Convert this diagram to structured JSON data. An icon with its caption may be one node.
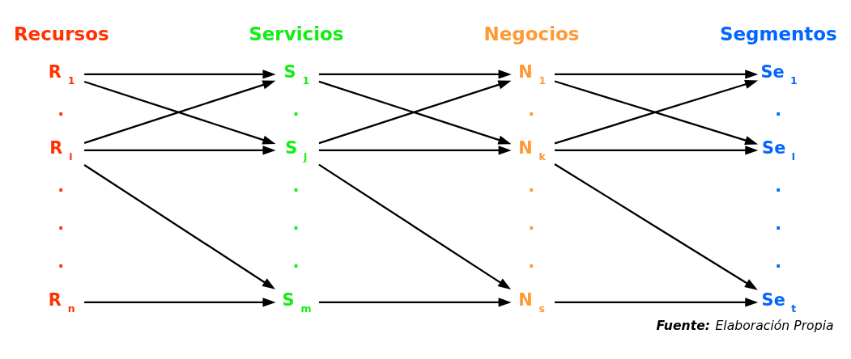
{
  "diagram": {
    "caption": "**Fuente:** Elaboración Propia",
    "nodes": [
      {
        "text": [
          "R$_{1}$"
        ]
      },
      {
        "text": [
          "R$_{i}$"
        ]
      },
      {
        "text": [
          "R$_{n}$"
        ]
      },
      {
        "text": [
          "S$_{1}$"
        ]
      },
      {
        "text": [
          "S$_{j}$"
        ]
      },
      {
        "text": [
          "S$_{m}$"
        ]
      },
      {
        "text": [
          "N$_{1}$"
        ]
      },
      {
        "text": [
          "N$_{k}$"
        ]
      },
      {
        "text": [
          "N$_{s}$"
        ]
      },
      {
        "text": [
          "Se$_{1}$"
        ]
      },
      {
        "text": [
          "Se$_{l}$"
        ]
      },
      {
        "text": [
          "Se$_{t}$"
        ]
      }
    ],
    "edges": [
      {
        "from": 0,
        "to": 3,
        "arrow": "to"
      },
      {
        "from": 0,
        "to": 4,
        "arrow": "to"
      },
      {
        "from": 1,
        "to": 3,
        "arrow": "to"
      },
      {
        "from": 1,
        "to": 4,
        "arrow": "to"
      },
      {
        "from": 1,
        "to": 5,
        "arrow": "to"
      },
      {
        "from": 2,
        "to": 5,
        "arrow": "to"
      },
      {
        "from": 3,
        "to": 6,
        "arrow": "to"
      },
      {
        "from": 3,
        "to": 7,
        "arrow": "to"
      },
      {
        "from": 4,
        "to": 6,
        "arrow": "to"
      },
      {
        "from": 4,
        "to": 7,
        "arrow": "to"
      },
      {
        "from": 4,
        "to": 8,
        "arrow": "to"
      },
      {
        "from": 5,
        "to": 8,
        "arrow": "to"
      },
      {
        "from": 6,
        "to": 9,
        "arrow": "to"
      },
      {
        "from": 6,
        "to": 10,
        "arrow": "to"
      },
      {
        "from": 7,
        "to": 9,
        "arrow": "to"
      },
      {
        "from": 7,
        "to": 10,
        "arrow": "to"
      },
      {
        "from": 7,
        "to": 11,
        "arrow": "to"
      },
      {
        "from": 8,
        "to": 11,
        "arrow": "to"
      }
    ],
    "labels": [
      "Recursos",
      "Servicios",
      "Negocios",
      "Segmentos",
      ".",
      ".",
      ".",
      ".",
      ".",
      ".",
      ".",
      ".",
      ".",
      ".",
      ".",
      ".",
      ".",
      ".",
      ".",
      "."
    ]
  }
}
